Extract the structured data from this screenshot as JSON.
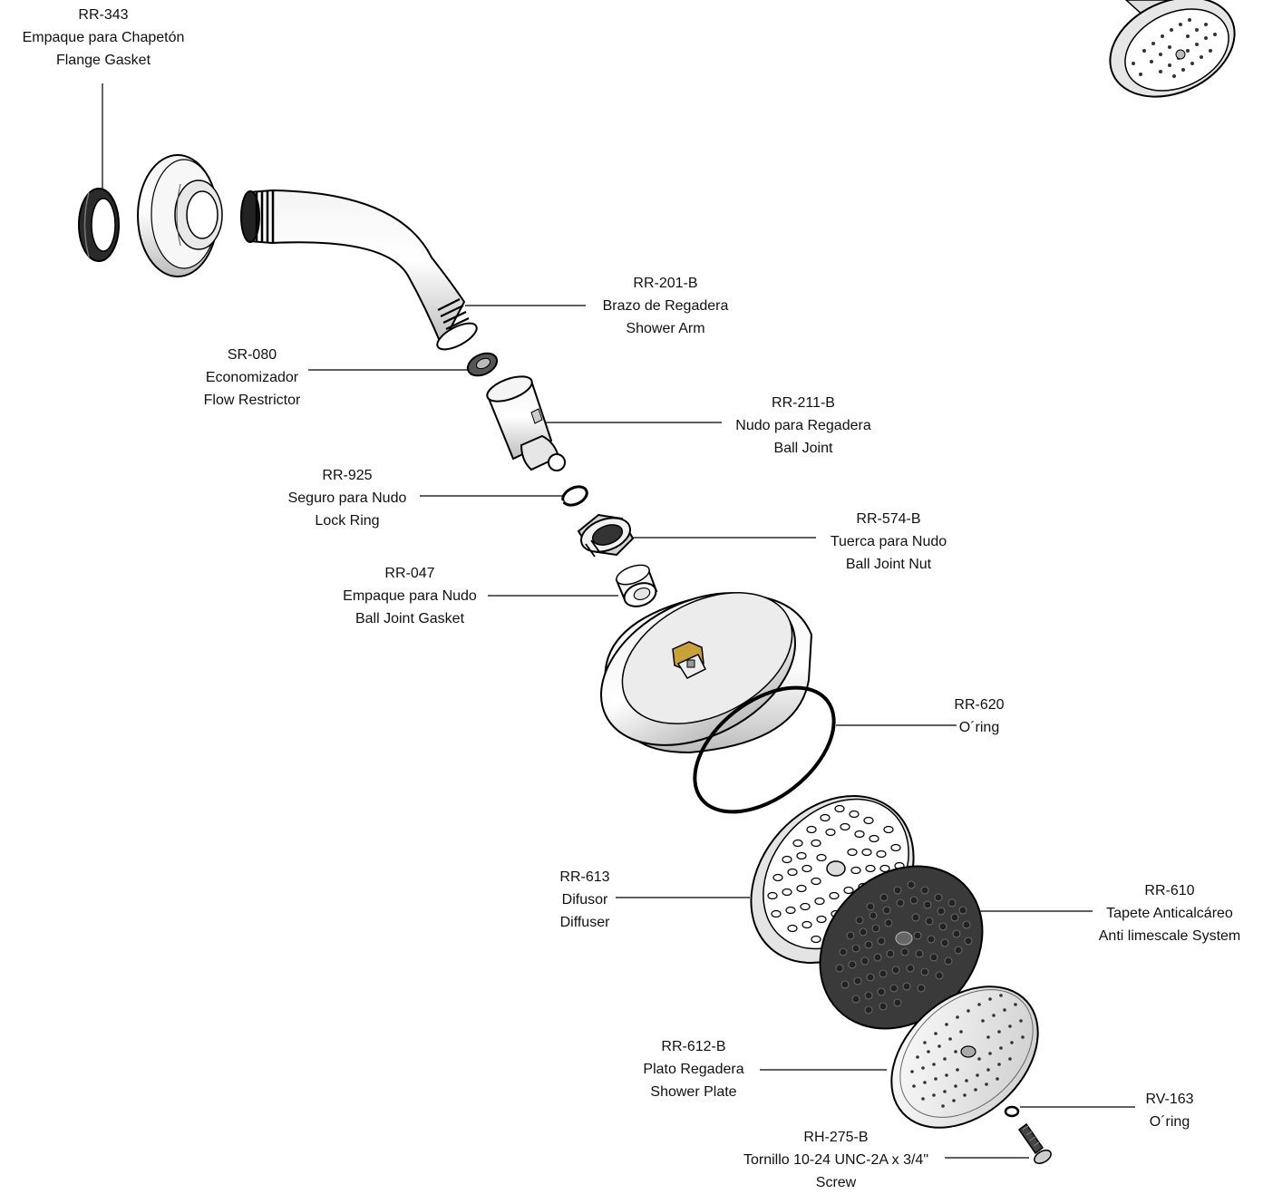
{
  "parts": [
    {
      "id": "rr343",
      "code": "RR-343",
      "es": "Empaque para Chapetón",
      "en": "Flange Gasket"
    },
    {
      "id": "rr201b",
      "code": "RR-201-B",
      "es": "Brazo de Regadera",
      "en": "Shower Arm"
    },
    {
      "id": "sr080",
      "code": "SR-080",
      "es": "Economizador",
      "en": "Flow Restrictor"
    },
    {
      "id": "rr211b",
      "code": "RR-211-B",
      "es": "Nudo para Regadera",
      "en": "Ball Joint"
    },
    {
      "id": "rr925",
      "code": "RR-925",
      "es": "Seguro para Nudo",
      "en": "Lock Ring"
    },
    {
      "id": "rr574b",
      "code": "RR-574-B",
      "es": "Tuerca para Nudo",
      "en": "Ball Joint Nut"
    },
    {
      "id": "rr047",
      "code": "RR-047",
      "es": "Empaque para Nudo",
      "en": "Ball Joint Gasket"
    },
    {
      "id": "rr620",
      "code": "RR-620",
      "es": "O´ring",
      "en": ""
    },
    {
      "id": "rr613",
      "code": "RR-613",
      "es": "Difusor",
      "en": "Diffuser"
    },
    {
      "id": "rr610",
      "code": "RR-610",
      "es": "Tapete Anticalcáreo",
      "en": "Anti limescale System"
    },
    {
      "id": "rr612b",
      "code": "RR-612-B",
      "es": "Plato Regadera",
      "en": "Shower Plate"
    },
    {
      "id": "rv163",
      "code": "RV-163",
      "es": "O´ring",
      "en": ""
    },
    {
      "id": "rh275b",
      "code": "RH-275-B",
      "es": "Tornillo 10-24 UNC-2A x 3/4\"",
      "en": "Screw"
    }
  ],
  "colors": {
    "line": "#000000",
    "metal": "#d9d9d9",
    "dark_part": "#3a3a3a",
    "brass": "#c9a13a"
  }
}
